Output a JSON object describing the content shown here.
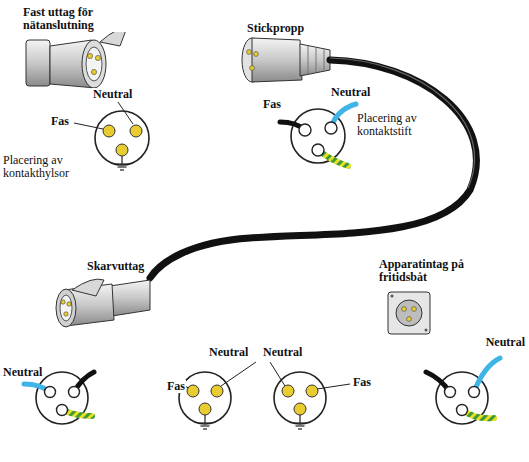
{
  "diagram": {
    "labels": [
      "Fast uttag för nätanslutning",
      "Neutral",
      "Fas",
      "Placering av kontakthylsor",
      "Stickpropp",
      "Fas",
      "Neutral",
      "Placering av kontaktstift",
      "Skarvuttag",
      "Apparatintag på fritidsbåt",
      "Neutral",
      "Fas",
      "Neutral",
      "Neutral",
      "Fas",
      "Neutral"
    ]
  }
}
